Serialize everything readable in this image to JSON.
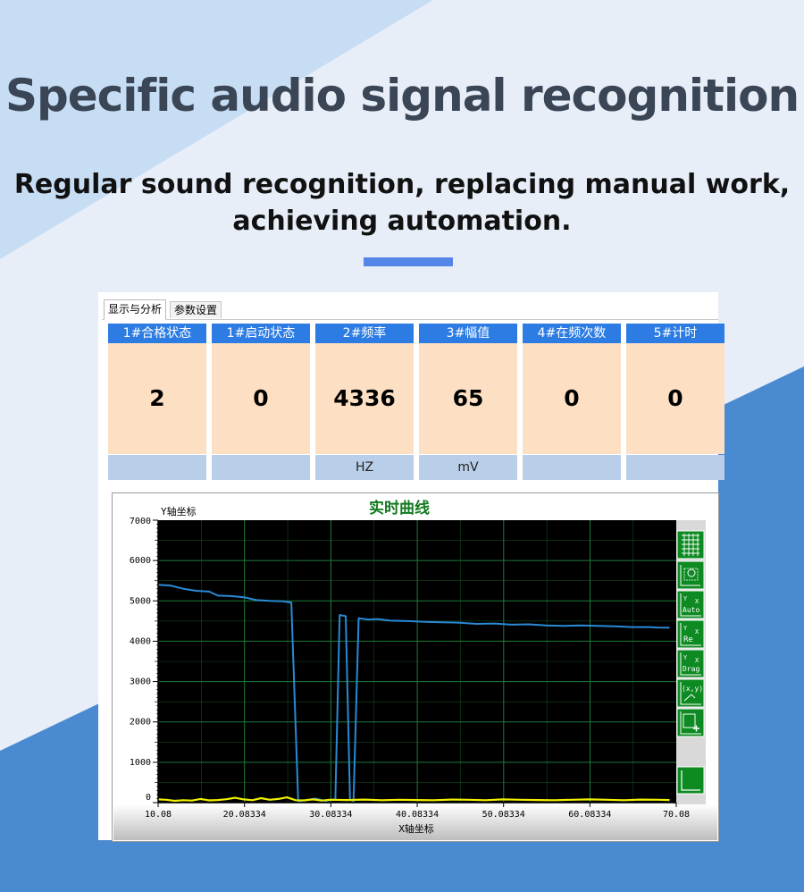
{
  "hero": {
    "title": "Specific audio signal recognition",
    "subtitle_line1": "Regular sound recognition, replacing manual work,",
    "subtitle_line2": "achieving automation."
  },
  "colors": {
    "accent_bar": "#5685e8",
    "card_header": "#2c7ce3",
    "card_body": "#fde0c3",
    "card_unit": "#b9cfe9",
    "plot_bg": "#000000",
    "plot_grid": "#1f7a3a",
    "series_frequency": "#2a8ad6",
    "series_amplitude": "#f0f000",
    "tool_button": "#0e8a22"
  },
  "tabs": [
    {
      "label": "显示与分析",
      "active": true
    },
    {
      "label": "参数设置",
      "active": false
    }
  ],
  "cards": [
    {
      "label": "1#合格状态",
      "value": "2",
      "unit": ""
    },
    {
      "label": "1#启动状态",
      "value": "0",
      "unit": ""
    },
    {
      "label": "2#频率",
      "value": "4336",
      "unit": "HZ"
    },
    {
      "label": "3#幅值",
      "value": "65",
      "unit": "mV"
    },
    {
      "label": "4#在频次数",
      "value": "0",
      "unit": ""
    },
    {
      "label": "5#计时",
      "value": "0",
      "unit": ""
    }
  ],
  "toolbar_icons": [
    "grid-icon",
    "zoom-icon",
    "auto-scale-icon",
    "reset-icon",
    "drag-icon",
    "coordinate-icon",
    "export-icon",
    "axis-icon"
  ],
  "toolbar_labels": {
    "auto": "Auto",
    "reset": "Re",
    "drag": "Drag",
    "coord": "(x,y)",
    "y": "Y",
    "x": "X"
  },
  "chart_data": {
    "type": "line",
    "title": "实时曲线",
    "xlabel": "X轴坐标",
    "ylabel": "Y轴坐标",
    "xlim": [
      10.08,
      70.08
    ],
    "ylim": [
      0,
      7000
    ],
    "xticks": [
      10.08,
      20.08334,
      30.08334,
      40.08334,
      50.08334,
      60.08334,
      70.08
    ],
    "xtick_labels": [
      "10.08",
      "20.08334",
      "30.08334",
      "40.08334",
      "50.08334",
      "60.08334",
      "70.08"
    ],
    "yticks": [
      0,
      1000,
      2000,
      3000,
      4000,
      5000,
      6000,
      7000
    ],
    "ytick_labels": [
      "0",
      "1000",
      "2000",
      "3000",
      "4000",
      "5000",
      "6000",
      "7000"
    ],
    "grid": true,
    "series": [
      {
        "key": "frequency",
        "x": [
          10.08,
          11.5,
          13,
          14.5,
          16,
          17,
          18.5,
          20,
          21.5,
          23,
          24.5,
          25.5,
          26.3,
          27.1,
          28.3,
          29.5,
          30.6,
          31.1,
          31.8,
          32.3,
          32.7,
          33.3,
          34.4,
          35.5,
          37,
          39,
          41,
          43,
          45,
          47,
          49,
          51,
          53,
          55,
          57,
          59,
          61,
          63,
          65,
          67,
          68,
          69.3
        ],
        "y": [
          5400,
          5380,
          5300,
          5250,
          5230,
          5130,
          5120,
          5090,
          5020,
          5000,
          4990,
          4960,
          30,
          60,
          100,
          40,
          90,
          4650,
          4620,
          70,
          40,
          4570,
          4540,
          4550,
          4510,
          4500,
          4480,
          4470,
          4460,
          4430,
          4440,
          4410,
          4420,
          4390,
          4380,
          4390,
          4380,
          4370,
          4350,
          4350,
          4340,
          4336
        ]
      },
      {
        "key": "amplitude",
        "x": [
          10.08,
          11,
          12,
          13,
          14,
          15,
          16,
          17,
          18,
          19,
          20,
          21,
          22,
          23,
          24,
          25,
          26,
          27,
          28,
          29,
          30,
          32,
          34,
          36,
          38,
          40,
          42,
          44,
          46,
          48,
          50,
          52,
          54,
          56,
          58,
          60,
          62,
          64,
          66,
          68,
          69.3
        ],
        "y": [
          80,
          70,
          45,
          60,
          50,
          90,
          55,
          65,
          85,
          120,
          80,
          60,
          110,
          70,
          90,
          130,
          60,
          55,
          80,
          50,
          70,
          65,
          75,
          60,
          70,
          65,
          60,
          75,
          70,
          60,
          80,
          70,
          65,
          60,
          70,
          80,
          70,
          60,
          75,
          70,
          65
        ]
      }
    ]
  }
}
